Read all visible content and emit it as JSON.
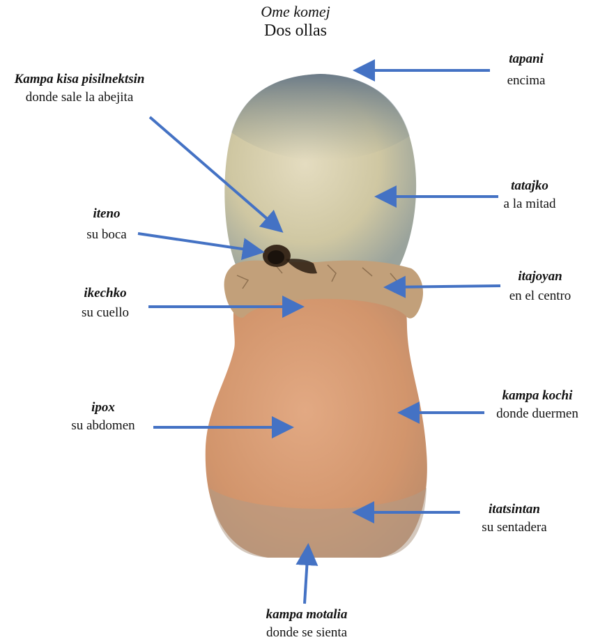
{
  "title": {
    "native": "Ome komej",
    "spanish": "Dos ollas"
  },
  "colors": {
    "arrow": "#4472c4",
    "upper_pot": "#cfc7a2",
    "lower_pot": "#d49a72",
    "clay_seal": "#c2a07a"
  },
  "labels": {
    "tapani": {
      "native": "tapani",
      "spanish": "encima"
    },
    "kampa_kisa": {
      "native": "Kampa kisa pisilnektsin",
      "spanish": "donde sale la abejita"
    },
    "tatajko": {
      "native": "tatajko",
      "spanish": "a la mitad"
    },
    "iteno": {
      "native": "iteno",
      "spanish": "su boca"
    },
    "itajoyan": {
      "native": "itajoyan",
      "spanish": "en el centro"
    },
    "ikechko": {
      "native": "ikechko",
      "spanish": "su cuello"
    },
    "kampa_kochi": {
      "native": "kampa kochi",
      "spanish": "donde duermen"
    },
    "ipox": {
      "native": "ipox",
      "spanish": "su abdomen"
    },
    "itatsintan": {
      "native": "itatsintan",
      "spanish": "su sentadera"
    },
    "kampa_motalia": {
      "native": "kampa motalia",
      "spanish": "donde se sienta"
    }
  }
}
